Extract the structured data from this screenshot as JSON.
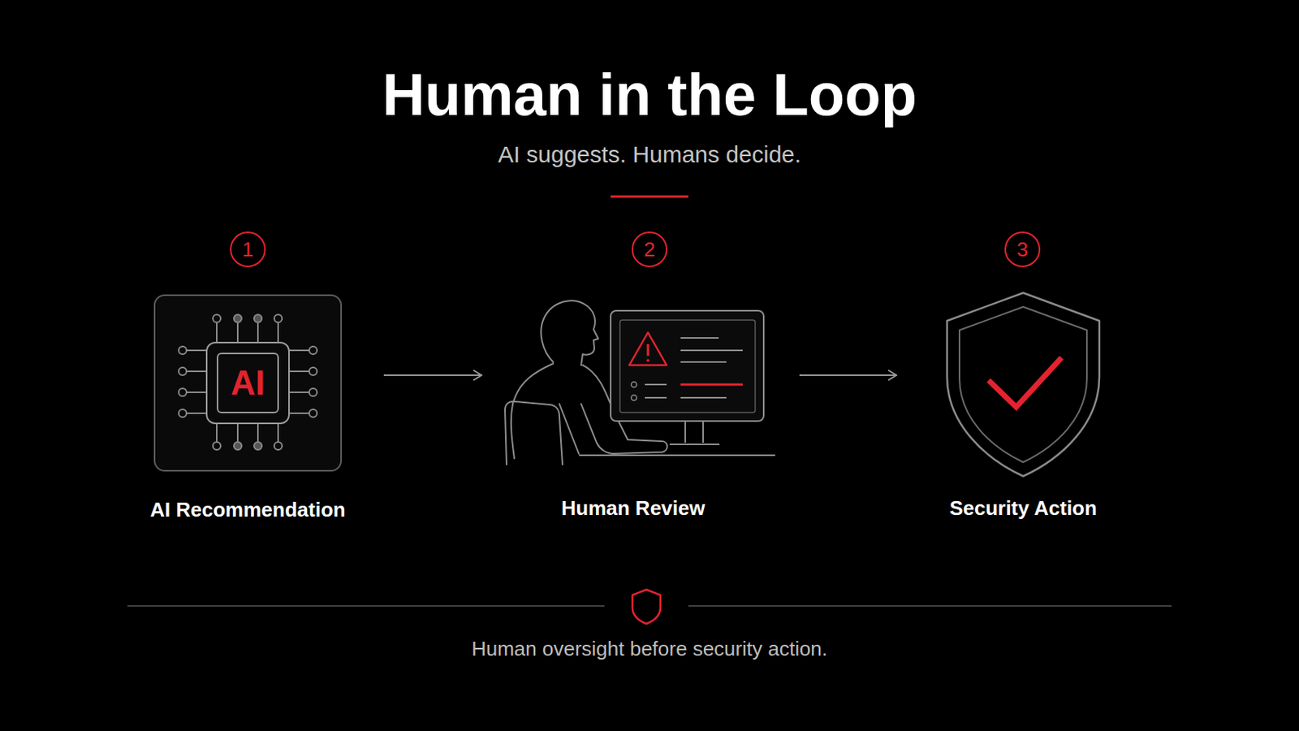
{
  "diagram": {
    "title": "Human in the Loop",
    "caption": "Human oversight before security action.",
    "nodes": [
      {
        "text": [
          "AI Recommendation"
        ]
      },
      {
        "text": [
          "AI"
        ],
        "in": 0
      },
      {
        "text": [
          "Human Review"
        ]
      },
      {
        "text": [
          "Security Action"
        ]
      }
    ],
    "edges": [
      {
        "from": 0,
        "to": 2,
        "arrow": "to"
      },
      {
        "from": 2,
        "to": 3,
        "arrow": "to"
      }
    ],
    "labels": [
      "AI suggests. Humans decide.",
      "1",
      "2",
      "3"
    ]
  }
}
